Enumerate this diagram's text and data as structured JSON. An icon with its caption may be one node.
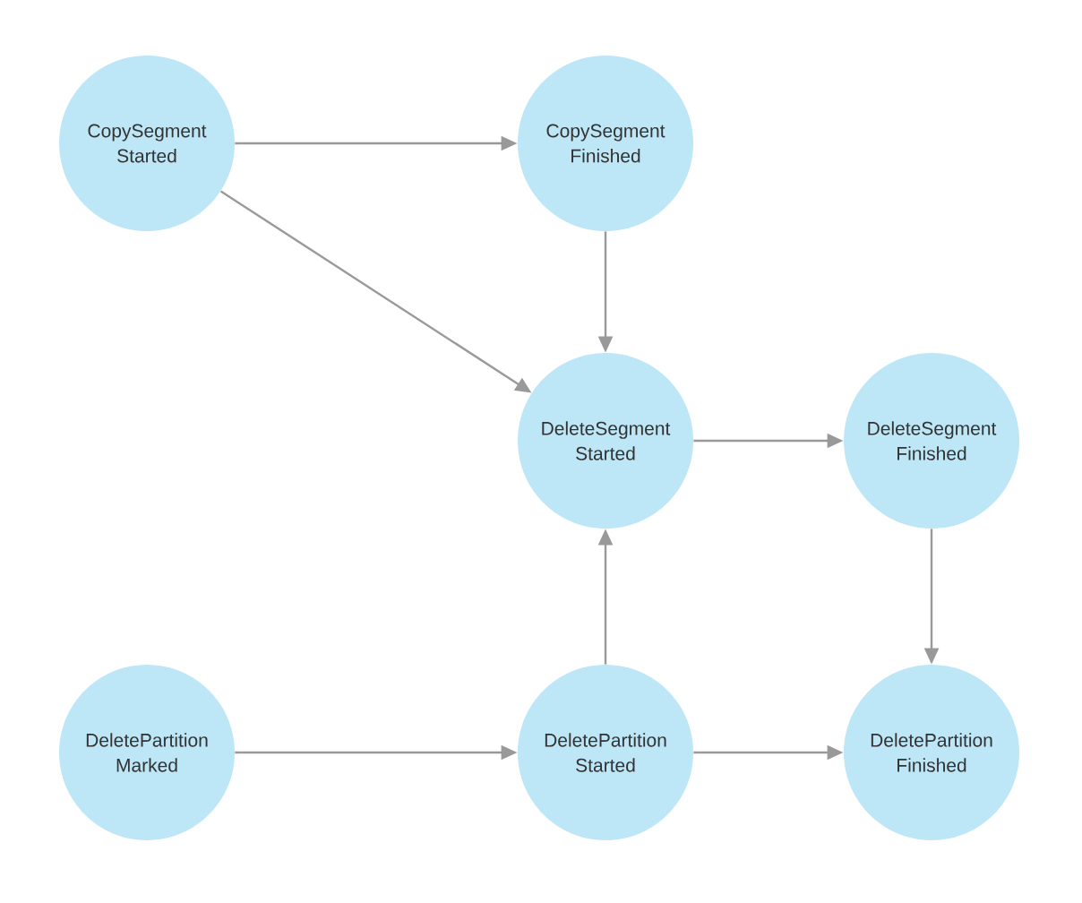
{
  "diagram": {
    "nodes": [
      {
        "text": [
          "CopySegment Started"
        ]
      },
      {
        "text": [
          "CopySegment Finished"
        ]
      },
      {
        "text": [
          "DeleteSegment Started"
        ]
      },
      {
        "text": [
          "DeleteSegment Finished"
        ]
      },
      {
        "text": [
          "DeletePartition Marked"
        ]
      },
      {
        "text": [
          "DeletePartition Started"
        ]
      },
      {
        "text": [
          "DeletePartition Finished"
        ]
      }
    ],
    "edges": [
      {
        "from": 0,
        "to": 1,
        "arrow": "to"
      },
      {
        "from": 0,
        "to": 2,
        "arrow": "to"
      },
      {
        "from": 1,
        "to": 2,
        "arrow": "to"
      },
      {
        "from": 2,
        "to": 3,
        "arrow": "to"
      },
      {
        "from": 3,
        "to": 6,
        "arrow": "to"
      },
      {
        "from": 4,
        "to": 5,
        "arrow": "to"
      },
      {
        "from": 5,
        "to": 6,
        "arrow": "to"
      },
      {
        "from": 5,
        "to": 2,
        "arrow": "to"
      }
    ]
  }
}
